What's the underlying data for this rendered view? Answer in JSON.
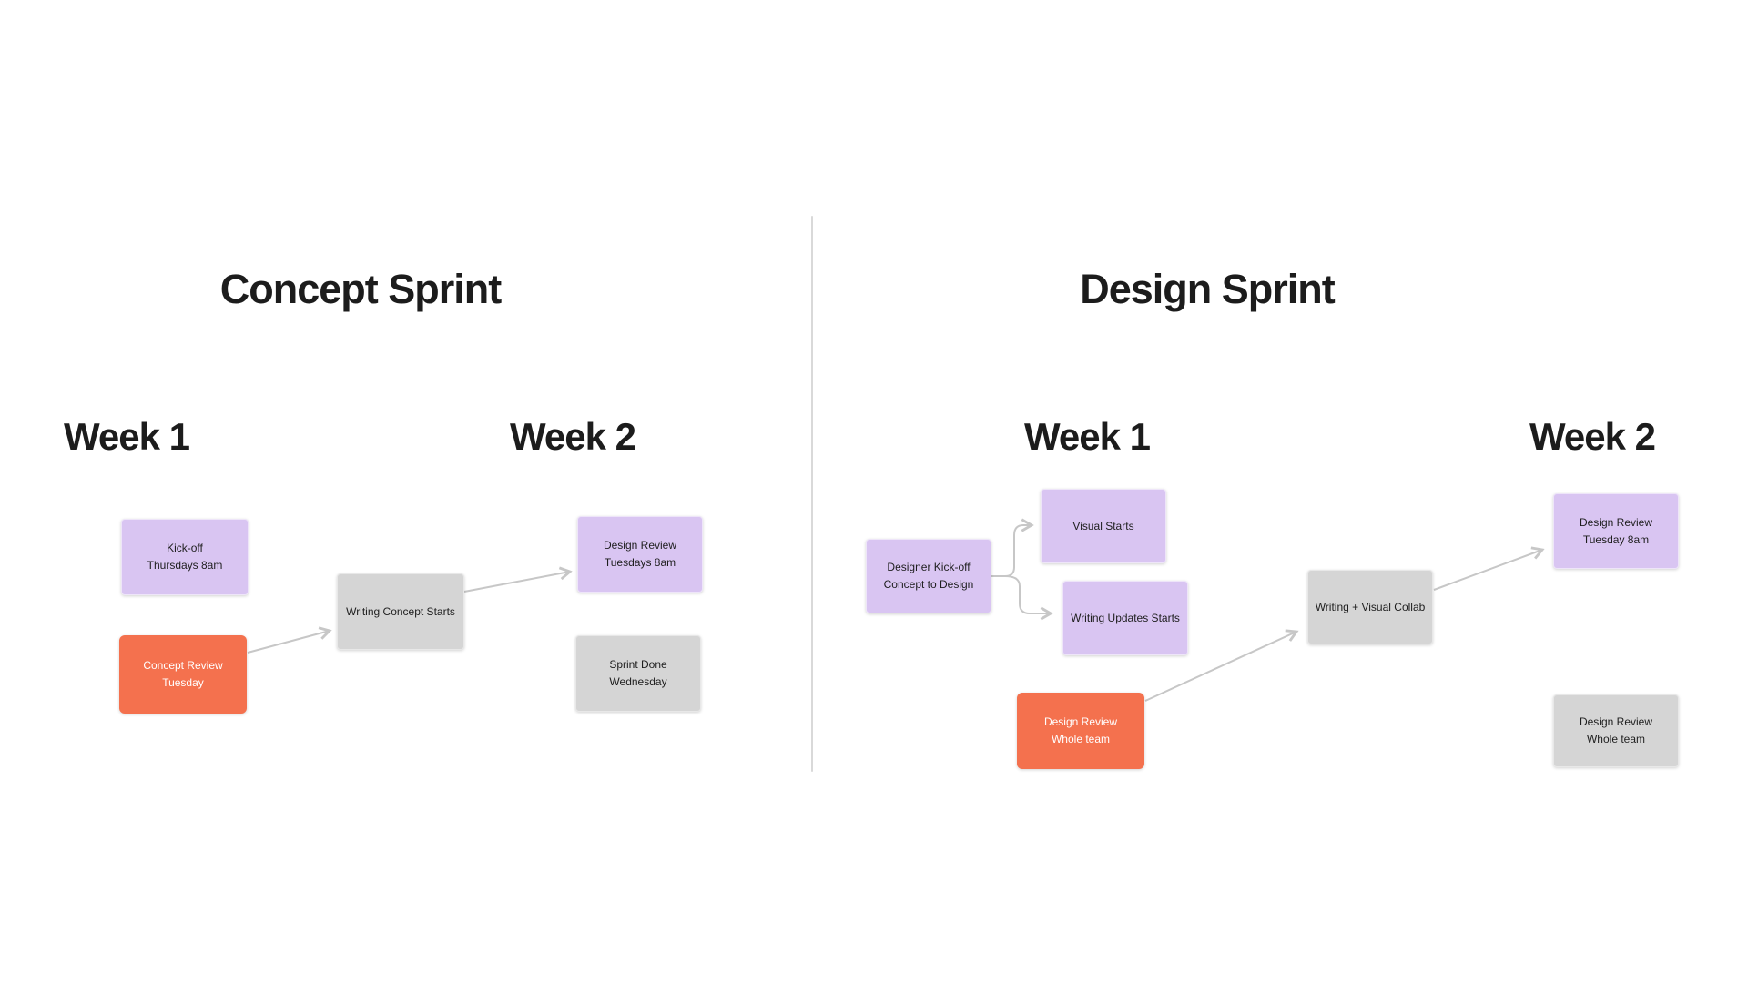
{
  "colors": {
    "purple": "#d9c5f2",
    "orange": "#f4714e",
    "gray": "#d5d5d5",
    "connector": "#c7c7c7",
    "divider": "#d9d9d9",
    "text_dark": "#1e1e1e",
    "text_light": "#ffffff"
  },
  "concept": {
    "title": "Concept Sprint",
    "week1": "Week 1",
    "week2": "Week 2",
    "nodes": {
      "kickoff": {
        "line1": "Kick-off",
        "line2": "Thursdays 8am",
        "color": "purple"
      },
      "concept_review": {
        "line1": "Concept Review",
        "line2": "Tuesday",
        "color": "orange"
      },
      "writing_concept": {
        "line1": "Writing Concept Starts",
        "color": "gray"
      },
      "design_review": {
        "line1": "Design Review",
        "line2": "Tuesdays 8am",
        "color": "purple"
      },
      "sprint_done": {
        "line1": "Sprint Done",
        "line2": "Wednesday",
        "color": "gray"
      }
    }
  },
  "design": {
    "title": "Design Sprint",
    "week1": "Week 1",
    "week2": "Week 2",
    "nodes": {
      "designer_kickoff": {
        "line1": "Designer Kick-off",
        "line2": "Concept to Design",
        "color": "purple"
      },
      "visual_starts": {
        "line1": "Visual Starts",
        "color": "purple"
      },
      "writing_updates": {
        "line1": "Writing Updates Starts",
        "color": "purple"
      },
      "collab": {
        "line1": "Writing + Visual Collab",
        "color": "gray"
      },
      "design_review_purple": {
        "line1": "Design Review",
        "line2": "Tuesday 8am",
        "color": "purple"
      },
      "design_review_orange": {
        "line1": "Design Review",
        "line2": "Whole team",
        "color": "orange"
      },
      "design_review_gray": {
        "line1": "Design Review",
        "line2": "Whole team",
        "color": "gray"
      }
    }
  }
}
